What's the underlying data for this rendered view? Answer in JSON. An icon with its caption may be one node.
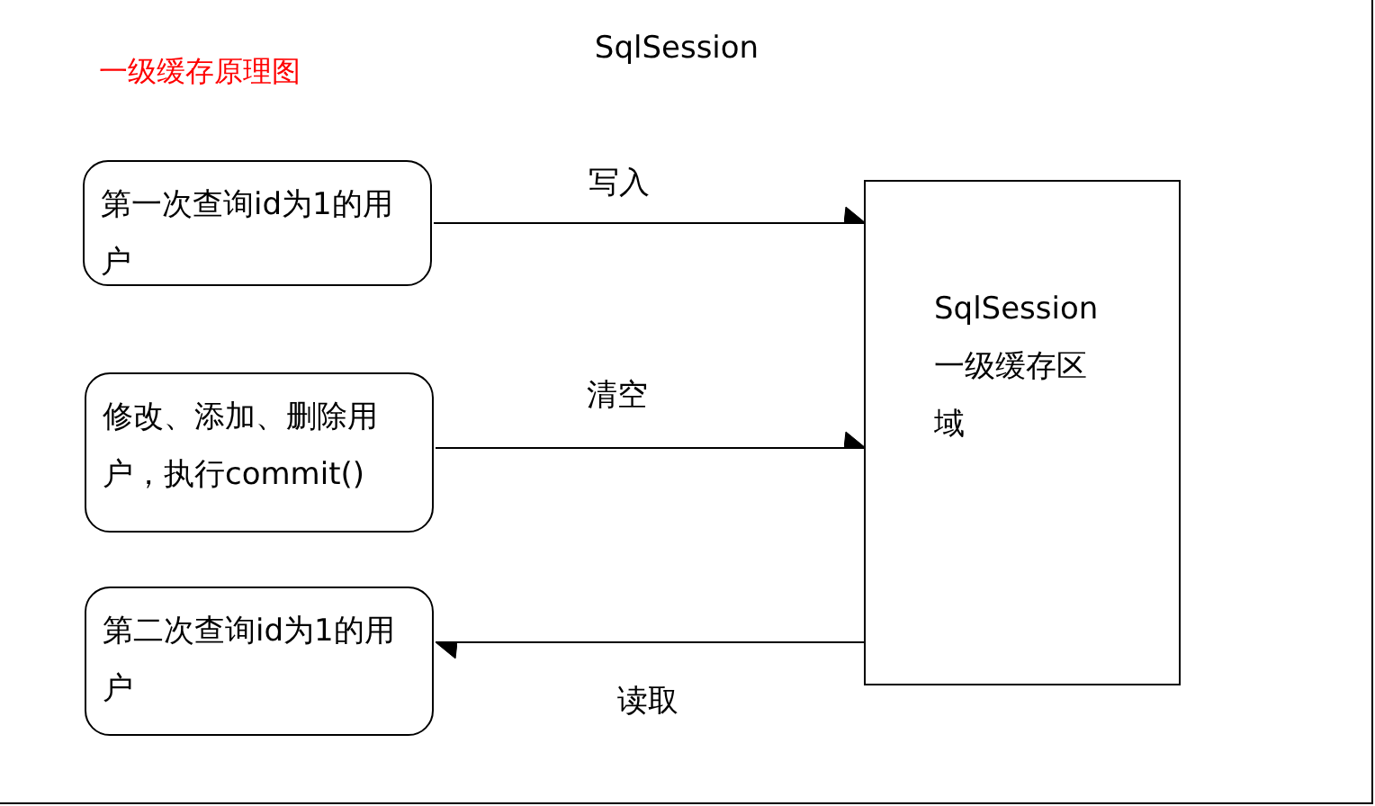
{
  "diagram": {
    "title": "一级缓存原理图",
    "nodes": [
      {
        "text": [
          "SqlSession"
        ]
      },
      {
        "text": [
          "第一次查询id为1的用户"
        ],
        "in": 0
      },
      {
        "text": [
          "修改、添加、删除用户，执行commit()"
        ],
        "in": 0
      },
      {
        "text": [
          "第二次查询id为1的用户"
        ],
        "in": 0
      },
      {
        "text": [
          "SqlSession",
          "一级缓存区域"
        ],
        "in": 0
      }
    ],
    "edges": [
      {
        "from": 1,
        "to": 4,
        "arrow": "to",
        "label": "写入"
      },
      {
        "from": 2,
        "to": 4,
        "arrow": "to",
        "label": "清空"
      },
      {
        "from": 4,
        "to": 3,
        "arrow": "to",
        "label": "读取"
      }
    ]
  }
}
